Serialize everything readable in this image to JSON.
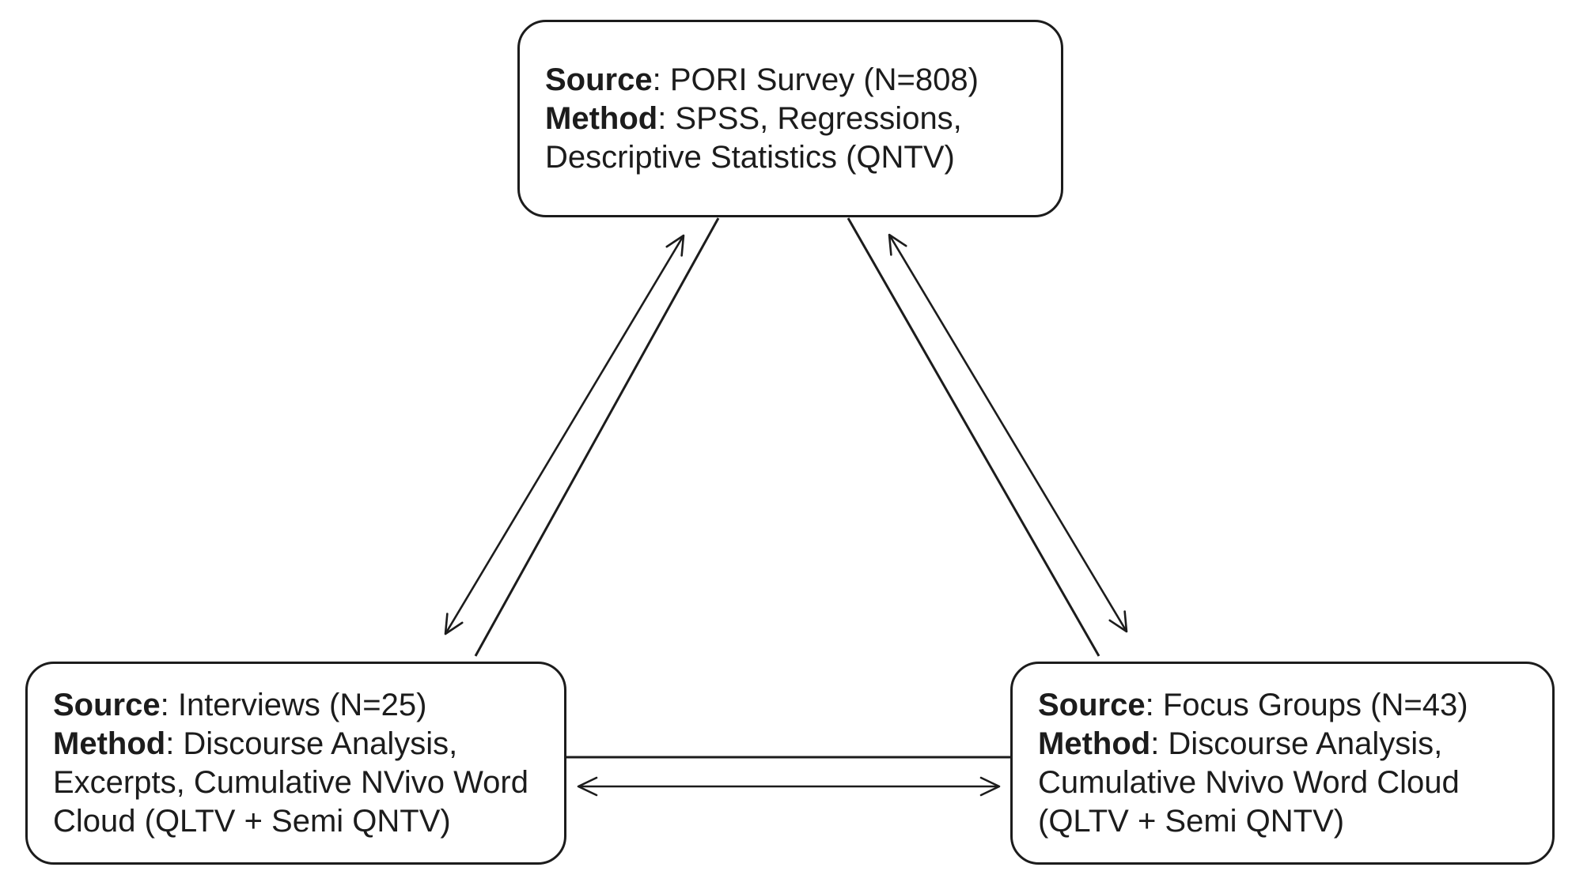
{
  "page": {
    "background_color": "#ffffff",
    "ink_color": "#1c1c1c"
  },
  "diagram": {
    "kind": "methods-triangulation",
    "nodes": [
      {
        "id": "survey",
        "lines": [
          {
            "bold": "Source",
            "rest": ": PORI Survey (N=808)"
          },
          {
            "bold": "Method",
            "rest": ": SPSS, Regressions,"
          },
          {
            "bold": "",
            "rest": "Descriptive Statistics (QNTV)"
          }
        ]
      },
      {
        "id": "interviews",
        "lines": [
          {
            "bold": "Source",
            "rest": ": Interviews (N=25)"
          },
          {
            "bold": "Method",
            "rest": ": Discourse Analysis,"
          },
          {
            "bold": "",
            "rest": "Excerpts, Cumulative NVivo Word"
          },
          {
            "bold": "",
            "rest": "Cloud (QLTV + Semi QNTV)"
          }
        ]
      },
      {
        "id": "focus-groups",
        "lines": [
          {
            "bold": "Source",
            "rest": ": Focus Groups (N=43)"
          },
          {
            "bold": "Method",
            "rest": ": Discourse Analysis,"
          },
          {
            "bold": "",
            "rest": "Cumulative Nvivo Word Cloud"
          },
          {
            "bold": "",
            "rest": "(QLTV + Semi QNTV)"
          }
        ]
      }
    ],
    "connectors": [
      {
        "between": "survey and interviews",
        "style": "plain line plus double-headed arrow"
      },
      {
        "between": "survey and focus-groups",
        "style": "plain line plus double-headed arrow"
      },
      {
        "between": "interviews and focus-groups",
        "style": "plain line plus double-headed arrow"
      }
    ]
  }
}
